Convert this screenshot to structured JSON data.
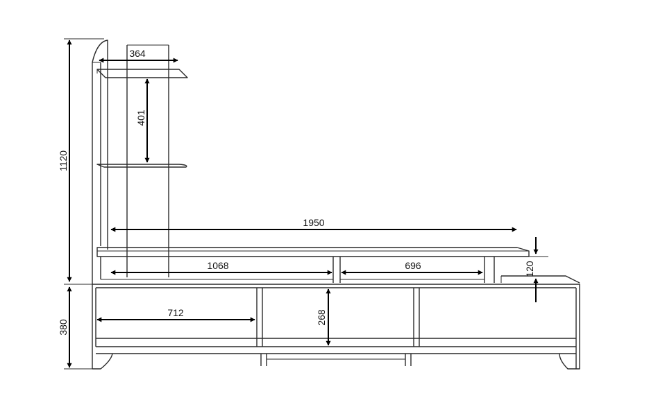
{
  "dimensions": {
    "total_height": "1120",
    "base_height": "380",
    "shelf_width": "364",
    "shelf_spacing": "401",
    "top_width": "1950",
    "left_opening": "1068",
    "right_opening": "696",
    "step_height": "120",
    "compartment_width": "712",
    "compartment_height": "268"
  }
}
